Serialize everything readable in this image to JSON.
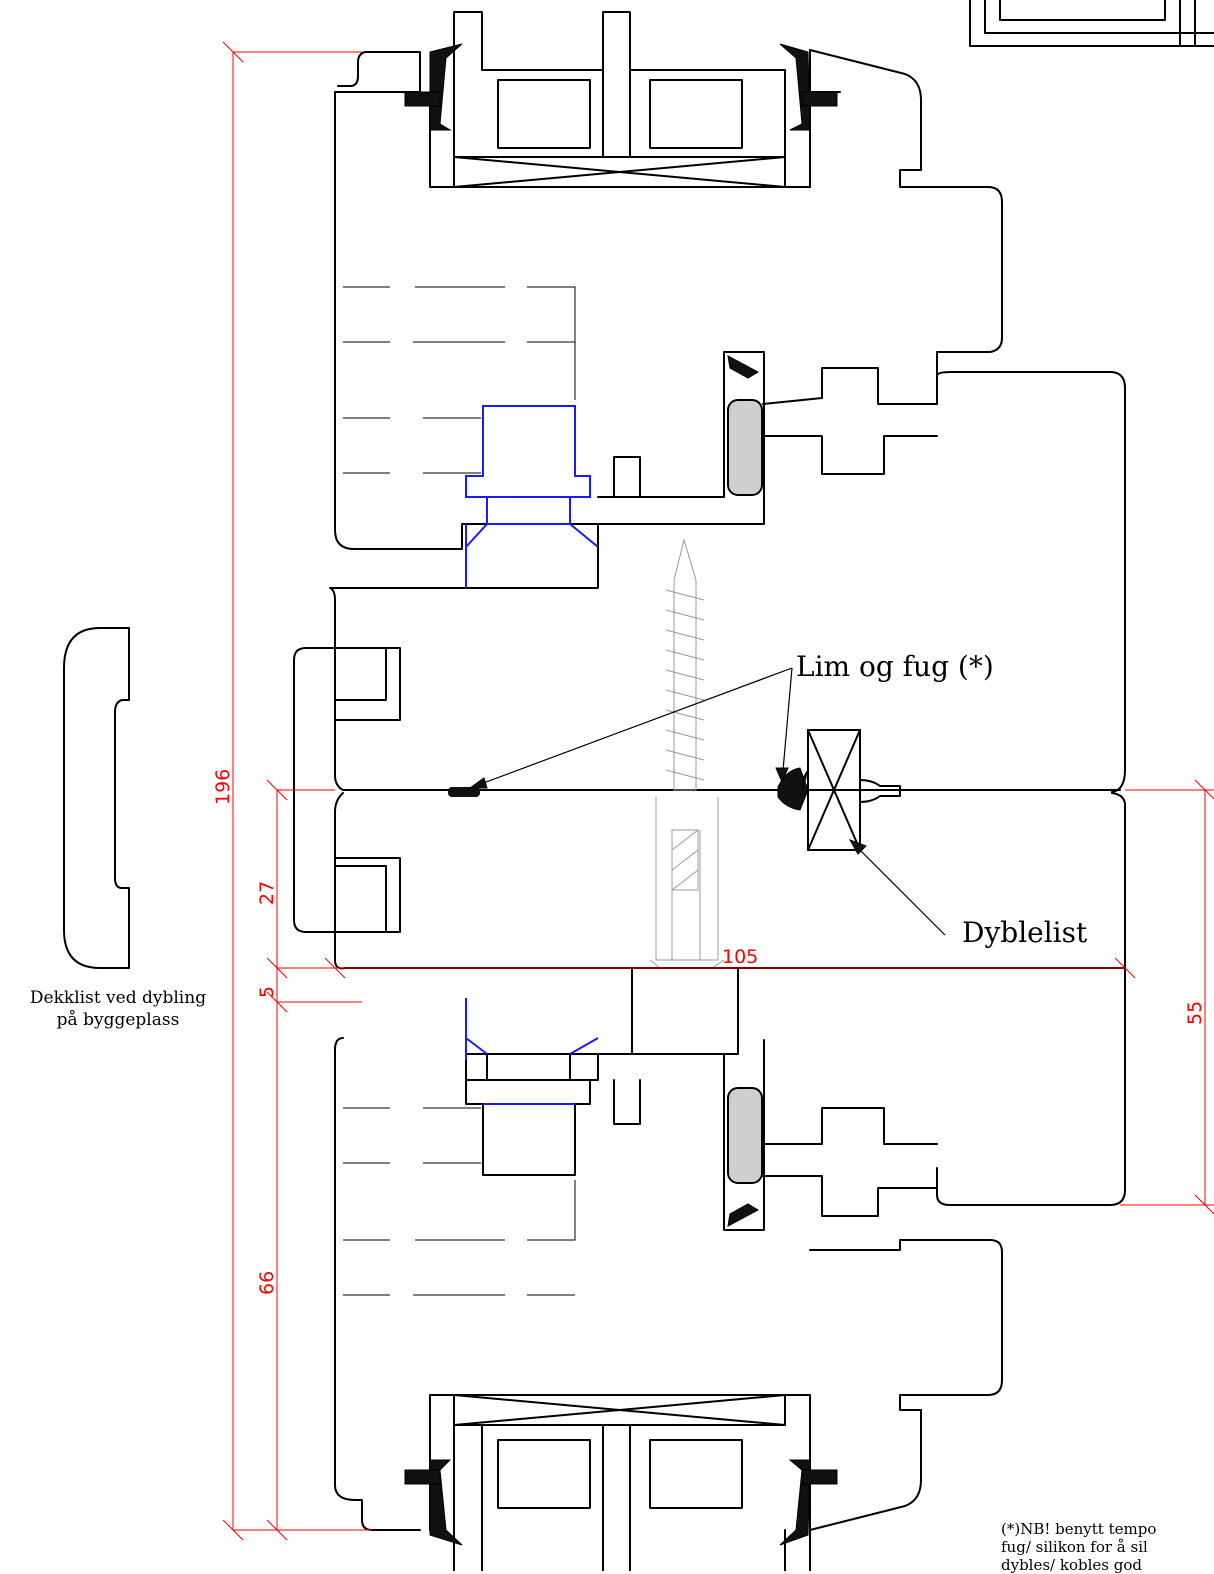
{
  "labels": {
    "glue_and_joint": "Lim og fug (*)",
    "dowel_strip": "Dyblelist",
    "cover_strip_line1": "Dekklist ved dybling",
    "cover_strip_line2": "på byggeplass",
    "note_line1": "(*)NB! benytt tempo",
    "note_line2": "fug/ silikon for å sil",
    "note_line3": "dybles/ kobles god"
  },
  "dimensions": {
    "overall_height": "196",
    "upper_gap": "27",
    "joint_gap": "5",
    "lower_height": "66",
    "profile_width": "105",
    "right_height": "55"
  },
  "colors": {
    "outline": "#000000",
    "dimension_lines": "#ff0000",
    "hardware": "#1a1aff",
    "screw": "#9a9a9a"
  }
}
